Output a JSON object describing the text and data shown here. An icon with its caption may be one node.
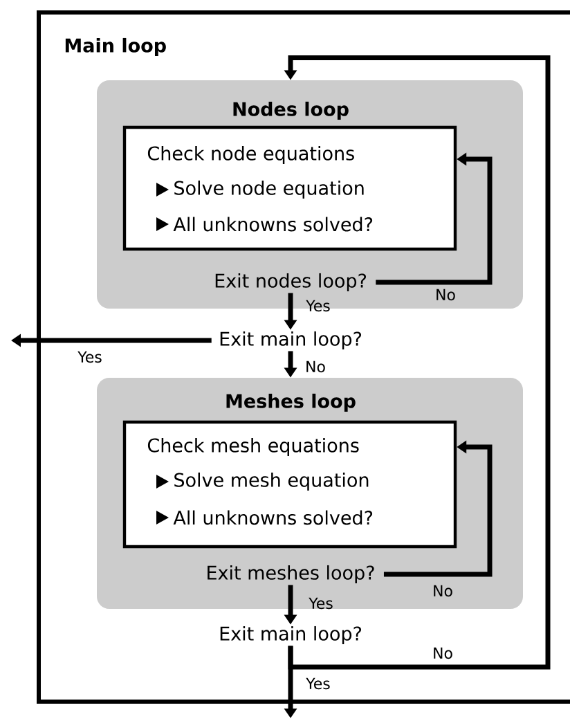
{
  "diagram": {
    "nodes": [
      {
        "text": [
          "Main loop"
        ]
      },
      {
        "text": [
          "Nodes loop"
        ],
        "in": 0
      },
      {
        "text": [
          "Check node equations",
          "Solve node equation",
          "All unknowns solved?"
        ],
        "in": 1
      },
      {
        "text": [
          "Exit nodes loop?"
        ],
        "in": 1
      },
      {
        "text": [
          "Exit main loop?"
        ],
        "in": 0
      },
      {
        "text": [
          "Meshes loop"
        ],
        "in": 0
      },
      {
        "text": [
          "Check mesh equations",
          "Solve mesh equation",
          "All unknowns solved?"
        ],
        "in": 5
      },
      {
        "text": [
          "Exit meshes loop?"
        ],
        "in": 5
      },
      {
        "text": [
          "Exit main loop?"
        ],
        "in": 0
      }
    ],
    "edges": [
      {
        "from": 3,
        "to": 2,
        "arrow": "to",
        "label": "No"
      },
      {
        "from": 3,
        "to": 4,
        "arrow": "to",
        "label": "Yes"
      },
      {
        "from": 4,
        "to": null,
        "arrow": "to",
        "label": "Yes"
      },
      {
        "from": 4,
        "to": 5,
        "arrow": "to",
        "label": "No"
      },
      {
        "from": 7,
        "to": 6,
        "arrow": "to",
        "label": "No"
      },
      {
        "from": 7,
        "to": 8,
        "arrow": "to",
        "label": "Yes"
      },
      {
        "from": 8,
        "to": 1,
        "arrow": "to",
        "label": "No"
      },
      {
        "from": 8,
        "to": null,
        "arrow": "to",
        "label": "Yes"
      }
    ]
  }
}
